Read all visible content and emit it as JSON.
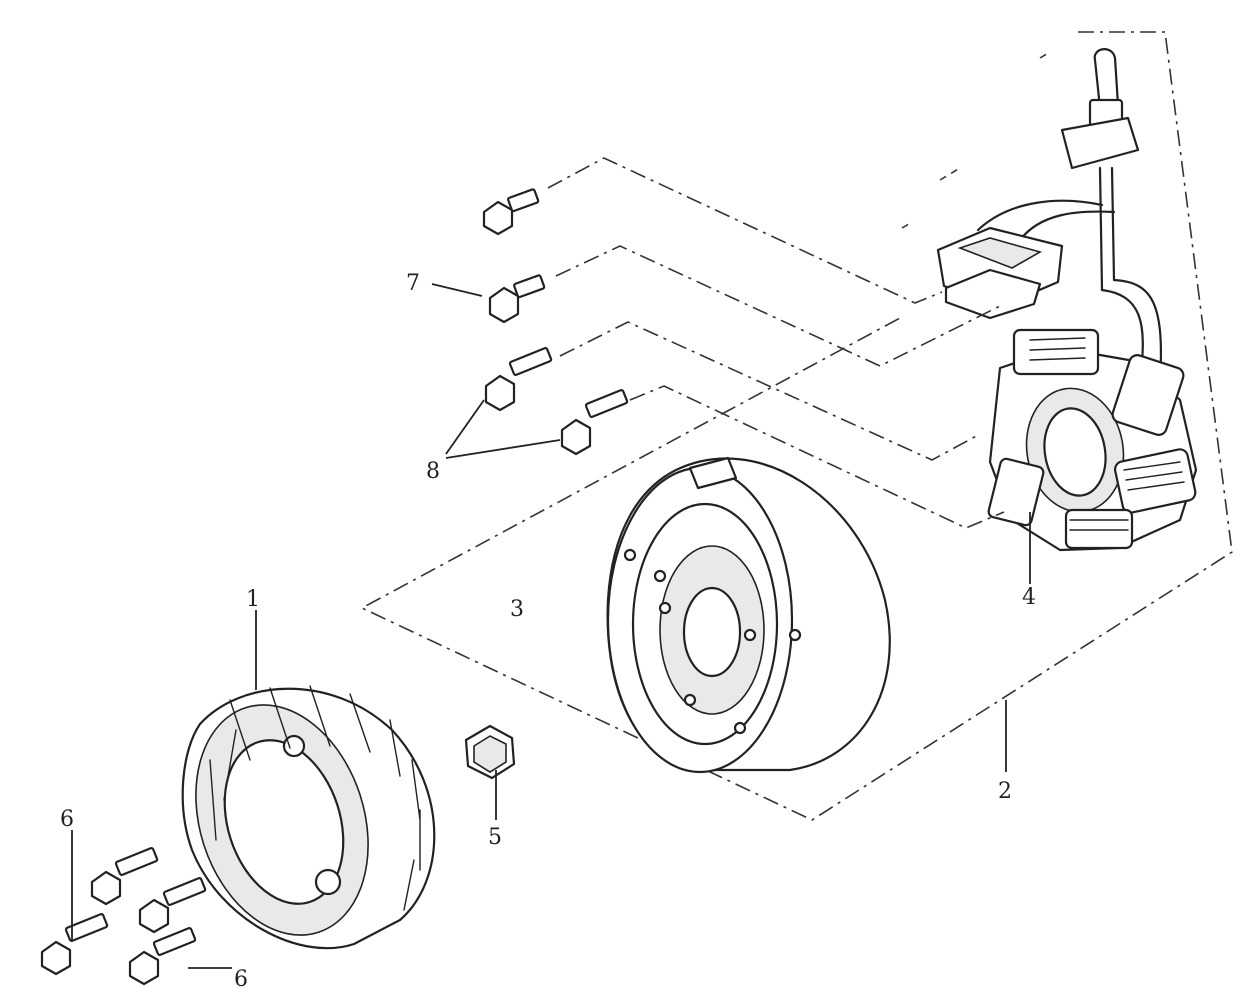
{
  "diagram": {
    "callouts": [
      {
        "id": "1",
        "label": "1"
      },
      {
        "id": "2",
        "label": "2"
      },
      {
        "id": "3",
        "label": "3"
      },
      {
        "id": "4",
        "label": "4"
      },
      {
        "id": "5",
        "label": "5"
      },
      {
        "id": "6a",
        "label": "6"
      },
      {
        "id": "6b",
        "label": "6"
      },
      {
        "id": "7",
        "label": "7"
      },
      {
        "id": "8",
        "label": "8"
      }
    ],
    "parts": [
      {
        "callout": "1",
        "icon": "cooling-fan-icon"
      },
      {
        "callout": "2",
        "icon": "stator-assembly-group-icon"
      },
      {
        "callout": "3",
        "icon": "flywheel-rotor-icon"
      },
      {
        "callout": "4",
        "icon": "stator-coil-icon"
      },
      {
        "callout": "5",
        "icon": "flange-nut-icon"
      },
      {
        "callout": "6",
        "icon": "fan-bolt-icon"
      },
      {
        "callout": "7",
        "icon": "pickup-bolt-icon"
      },
      {
        "callout": "8",
        "icon": "stator-bolt-icon"
      }
    ]
  }
}
